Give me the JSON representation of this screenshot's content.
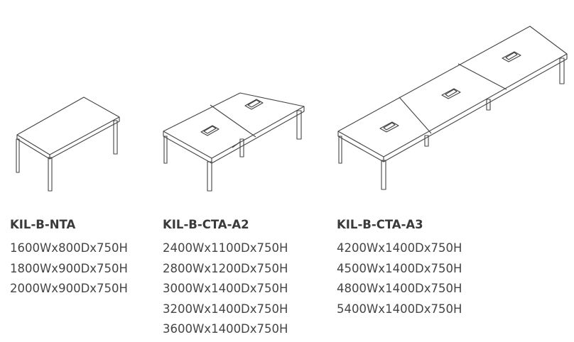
{
  "line_color": "#444444",
  "products": [
    {
      "model": "KIL-B-NTA",
      "sizes": [
        "1600Wx800Dx750H",
        "1800Wx900Dx750H",
        "2000Wx900Dx750H"
      ]
    },
    {
      "model": "KIL-B-CTA-A2",
      "sizes": [
        "2400Wx1100Dx750H",
        "2800Wx1200Dx750H",
        "3000Wx1400Dx750H",
        "3200Wx1400Dx750H",
        "3600Wx1400Dx750H"
      ]
    },
    {
      "model": "KIL-B-CTA-A3",
      "sizes": [
        "4200Wx1400Dx750H",
        "4500Wx1400Dx750H",
        "4800Wx1400Dx750H",
        "5400Wx1400Dx750H"
      ]
    }
  ]
}
